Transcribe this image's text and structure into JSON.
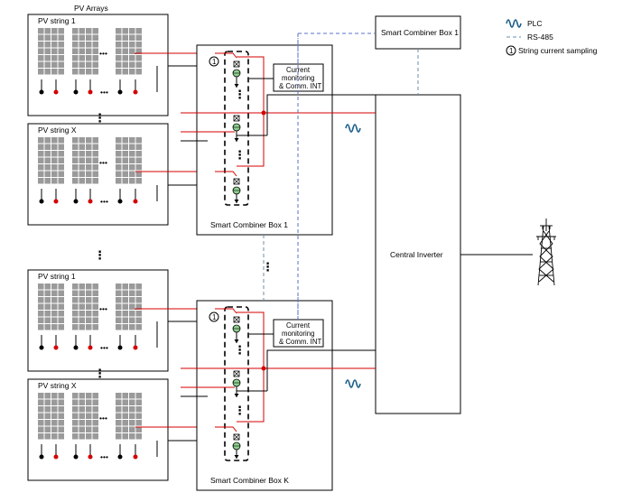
{
  "title": "PV Arrays",
  "legend": {
    "plc": "PLC",
    "rs485": "RS-485",
    "sampling_num": "1",
    "sampling": "String current sampling"
  },
  "strings": {
    "first": "PV string 1",
    "last": "PV string X"
  },
  "combiners": {
    "top_label": "Smart Combiner Box 1",
    "group1": "Smart Combiner Box 1",
    "groupK": "Smart Combiner Box K"
  },
  "monitor": {
    "line1": "Current",
    "line2": "monitoring",
    "line3": "& Comm. INT"
  },
  "inverter": "Central Inverter",
  "sampling_marker": "1",
  "colors": {
    "dc_positive": "#d40000",
    "dc_negative": "#000000",
    "rs485": "#6b8fa8",
    "plc": "#1a5e8a",
    "panel": "#9a9a9a"
  }
}
